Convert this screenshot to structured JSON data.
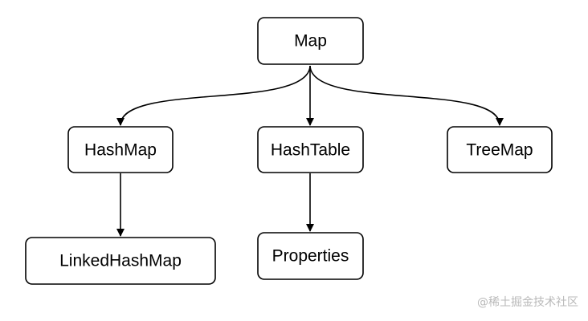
{
  "diagram": {
    "nodes": {
      "map": "Map",
      "hashmap": "HashMap",
      "hashtable": "HashTable",
      "treemap": "TreeMap",
      "linkedhashmap": "LinkedHashMap",
      "properties": "Properties"
    },
    "edges": [
      {
        "from": "Map",
        "to": "HashMap"
      },
      {
        "from": "Map",
        "to": "HashTable"
      },
      {
        "from": "Map",
        "to": "TreeMap"
      },
      {
        "from": "HashMap",
        "to": "LinkedHashMap"
      },
      {
        "from": "HashTable",
        "to": "Properties"
      }
    ],
    "colors": {
      "background": "#ffffff",
      "stroke": "#000000",
      "text": "#000000",
      "watermark": "#b9b9b9"
    }
  },
  "watermark": "@稀土掘金技术社区"
}
